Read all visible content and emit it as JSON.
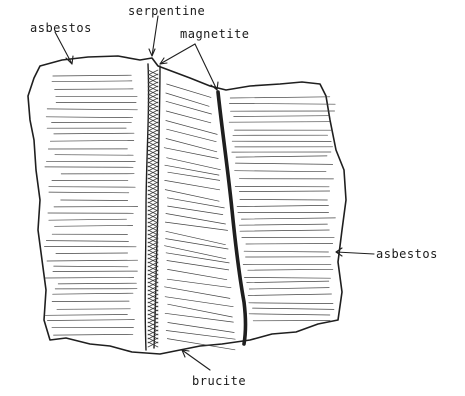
{
  "labels": {
    "asbestos_top": "asbestos",
    "serpentine": "serpentine",
    "magnetite": "magnetite",
    "asbestos_right": "asbestos",
    "brucite": "brucite"
  },
  "colors": {
    "ink": "#1f1f1f",
    "paper": "#ffffff"
  }
}
